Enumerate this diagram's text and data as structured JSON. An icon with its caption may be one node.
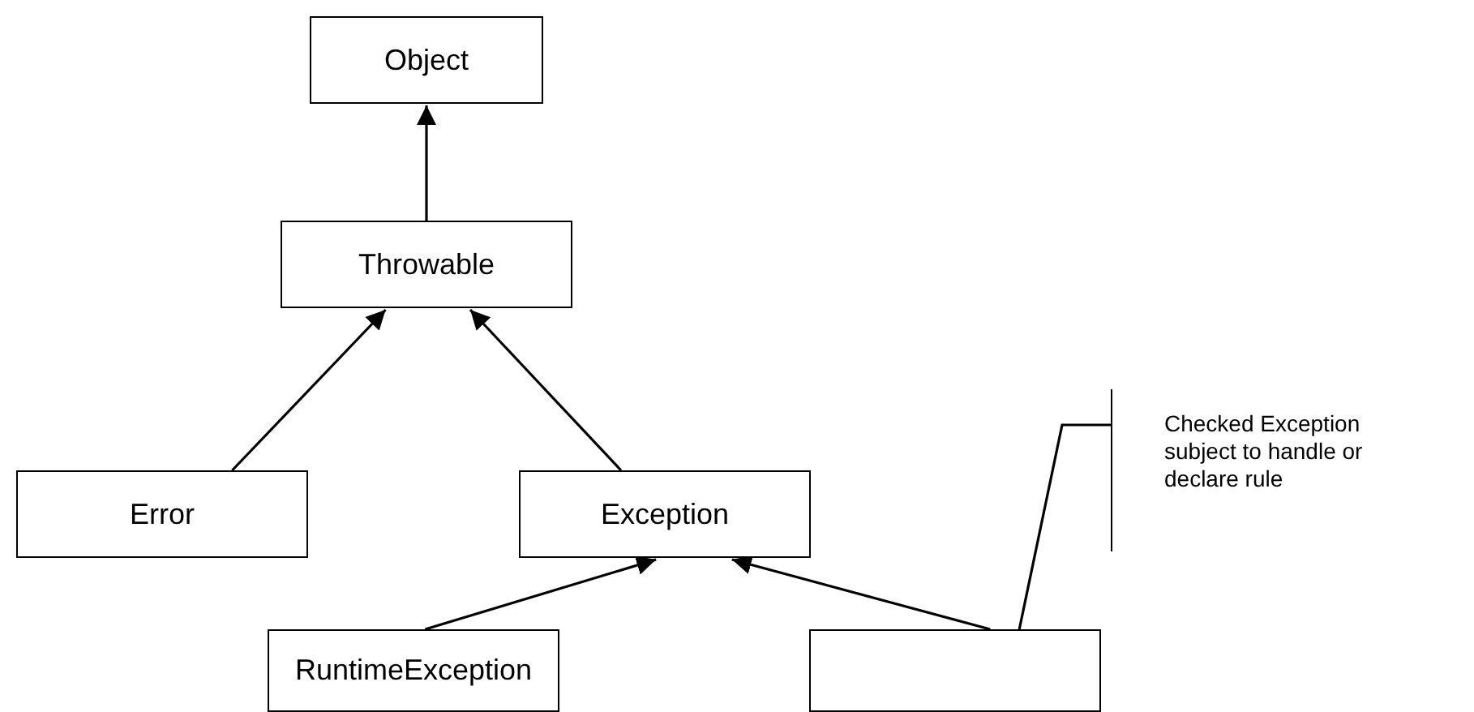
{
  "diagram": {
    "nodes": [
      {
        "text": [
          "Object"
        ]
      },
      {
        "text": [
          "Throwable"
        ]
      },
      {
        "text": [
          "Error"
        ]
      },
      {
        "text": [
          "Exception"
        ]
      },
      {
        "text": [
          "RuntimeException"
        ]
      },
      {
        "text": [],
        "shape": "box"
      },
      {
        "text": [
          "Checked Exception subject to handle or declare rule"
        ]
      }
    ],
    "edges": [
      {
        "from": 1,
        "to": 0,
        "arrow": "to"
      },
      {
        "from": 2,
        "to": 1,
        "arrow": "to"
      },
      {
        "from": 3,
        "to": 1,
        "arrow": "to"
      },
      {
        "from": 4,
        "to": 3,
        "arrow": "to"
      },
      {
        "from": 5,
        "to": 3,
        "arrow": "to"
      },
      {
        "from": 6,
        "to": 5,
        "arrow": "none"
      }
    ]
  }
}
